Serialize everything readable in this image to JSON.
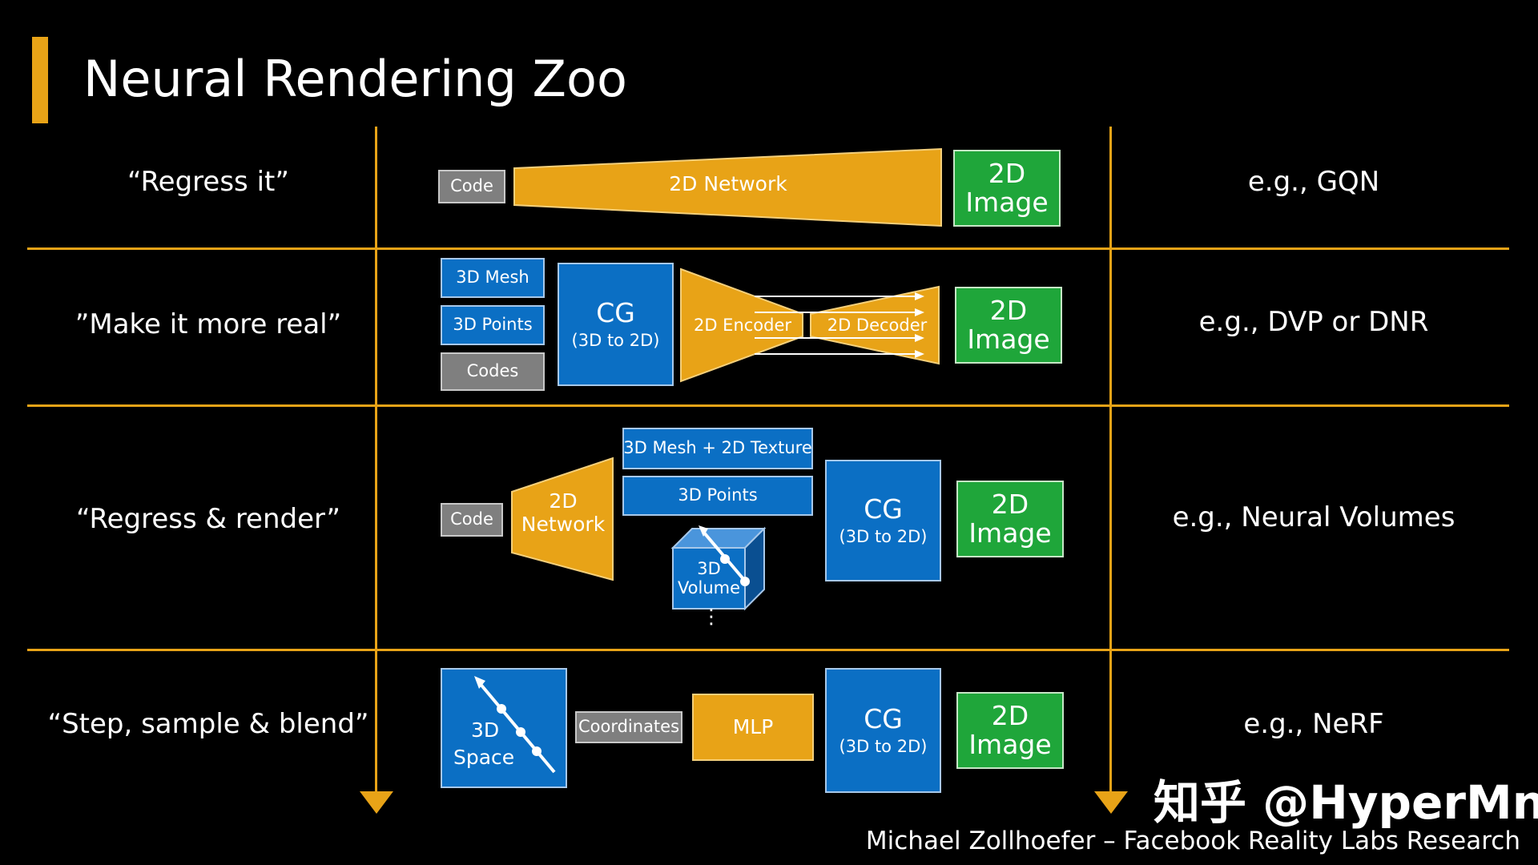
{
  "title": "Neural Rendering Zoo",
  "colors": {
    "accent": "#e8a317",
    "blue": "#0b6fc4",
    "green": "#1fa63a",
    "gray": "#7f7f7f",
    "background": "#000000"
  },
  "rows": [
    {
      "label": "“Regress it”",
      "example": "e.g., GQN",
      "code": "Code",
      "network": "2D Network",
      "output_line1": "2D",
      "output_line2": "Image"
    },
    {
      "label": "”Make it more real”",
      "example": "e.g., DVP or DNR",
      "inputs": [
        "3D Mesh",
        "3D Points",
        "Codes"
      ],
      "cg_title": "CG",
      "cg_sub": "(3D to 2D)",
      "encoder": "2D Encoder",
      "decoder": "2D Decoder",
      "output_line1": "2D",
      "output_line2": "Image"
    },
    {
      "label": "“Regress & render”",
      "example": "e.g., Neural Volumes",
      "code": "Code",
      "network_line1": "2D",
      "network_line2": "Network",
      "representations": [
        "3D Mesh + 2D Texture",
        "3D Points"
      ],
      "volume_line1": "3D",
      "volume_line2": "Volume",
      "ellipsis": "⋮",
      "cg_title": "CG",
      "cg_sub": "(3D to 2D)",
      "output_line1": "2D",
      "output_line2": "Image"
    },
    {
      "label": "“Step, sample & blend”",
      "example": "e.g., NeRF",
      "space_line1": "3D",
      "space_line2": "Space",
      "coordinates": "Coordinates",
      "mlp": "MLP",
      "cg_title": "CG",
      "cg_sub": "(3D to 2D)",
      "output_line1": "2D",
      "output_line2": "Image"
    }
  ],
  "watermark": "知乎 @HyperMn",
  "credit": "Michael Zollhoefer – Facebook Reality Labs Research"
}
